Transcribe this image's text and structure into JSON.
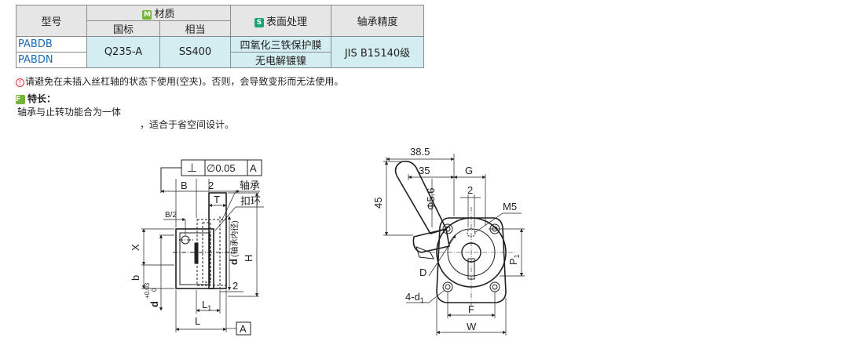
{
  "table": {
    "header": {
      "model": "型号",
      "material_badge": "M",
      "material": "材质",
      "material_std": "国标",
      "material_eq": "相当",
      "surface_badge": "S",
      "surface": "表面处理",
      "precision": "轴承精度"
    },
    "rows": [
      {
        "model": "PABDB",
        "std": "Q235-A",
        "eq": "SS400",
        "surface": "四氧化三铁保护膜",
        "precision": "JIS B15140级"
      },
      {
        "model": "PABDN",
        "surface": "无电解镀镍"
      }
    ]
  },
  "note": "请避免在未插入丝杠轴的状态下使用(空夹)。否则，会导致变形而无法使用。",
  "features": {
    "badge": "F",
    "title": "特长：",
    "line1": "轴承与止转功能合为一体",
    "line2": "，适合于省空间设计。"
  },
  "drawing_left": {
    "tol_symbol": "⊥",
    "tol_value": "∅0.05",
    "tol_datum": "A",
    "dim_B": "B",
    "dim_2_top": "2",
    "dim_T": "T",
    "label_bearing": "轴承",
    "label_ring": "扣环",
    "dim_B2": "B/2",
    "dim_X": "X",
    "dim_b": "b",
    "dim_d": "d",
    "dim_d_tol_upper": "+0.03",
    "dim_d_tol_lower": "0",
    "dim_d_inner": "d",
    "dim_d_inner_note": "(轴承内径)",
    "dim_H": "H",
    "dim_2_bottom": "2",
    "dim_L1": "L",
    "dim_L1_sub": "1",
    "dim_L": "L",
    "datum_A": "A"
  },
  "drawing_right": {
    "dim_38_5": "38.5",
    "dim_35": "35",
    "dim_G": "G",
    "dim_45": "45",
    "dim_phi5_6": "Φ5.6",
    "dim_2": "2",
    "dim_M5": "M5",
    "dim_P1": "P",
    "dim_P1_sub": "1",
    "dim_D": "D",
    "dim_4d1": "4-d",
    "dim_4d1_sub": "1",
    "dim_F": "F",
    "dim_W": "W"
  }
}
